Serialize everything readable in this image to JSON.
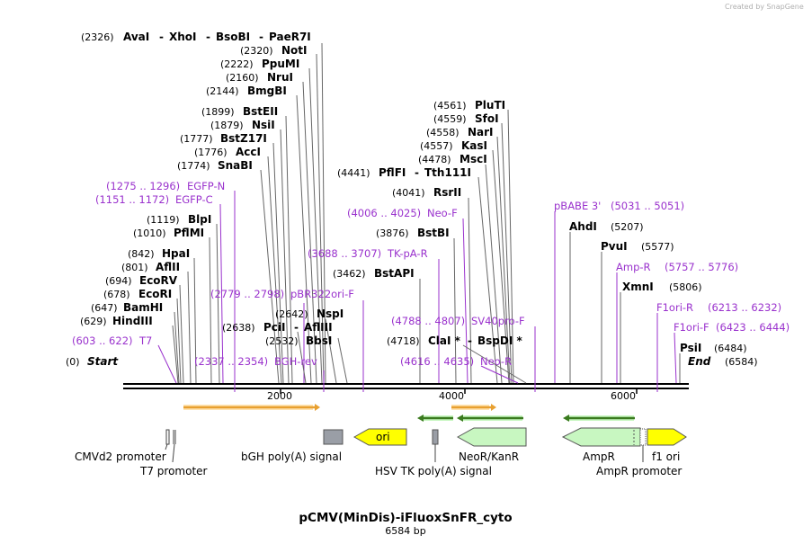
{
  "credit": "Created by SnapGene",
  "map_title": "pCMV(MinDis)-iFluoxSnFR_cyto",
  "map_length": "6584 bp",
  "scale_ticks": [
    "2000",
    "4000",
    "6000"
  ],
  "colors": {
    "primer": "#9a32cd",
    "orf_light_green": "#c8f7c1",
    "ori_yellow": "#ffff00",
    "orange_orf": "#e8a030",
    "dark_green_orf": "#3a7a1e",
    "grey_feature": "#9a9ea6"
  },
  "sites": {
    "start": {
      "pos": "(0)",
      "name": "Start"
    },
    "t7": {
      "pos": "(603 .. 622)",
      "name": "T7"
    },
    "hind3": {
      "pos": "(629)",
      "name": "HindIII"
    },
    "bamhi": {
      "pos": "(647)",
      "name": "BamHI"
    },
    "ecori": {
      "pos": "(678)",
      "name": "EcoRI"
    },
    "ecorv": {
      "pos": "(694)",
      "name": "EcoRV"
    },
    "afl2": {
      "pos": "(801)",
      "name": "AflII"
    },
    "hpai": {
      "pos": "(842)",
      "name": "HpaI"
    },
    "pflmi": {
      "pos": "(1010)",
      "name": "PflMI"
    },
    "blpi": {
      "pos": "(1119)",
      "name": "BlpI"
    },
    "egfpc": {
      "pos": "(1151 .. 1172)",
      "name": "EGFP-C"
    },
    "egfpn": {
      "pos": "(1275 .. 1296)",
      "name": "EGFP-N"
    },
    "snabi": {
      "pos": "(1774)",
      "name": "SnaBI"
    },
    "acci": {
      "pos": "(1776)",
      "name": "AccI"
    },
    "bstz17i": {
      "pos": "(1777)",
      "name": "BstZ17I"
    },
    "nsii": {
      "pos": "(1879)",
      "name": "NsiI"
    },
    "bsteii": {
      "pos": "(1899)",
      "name": "BstEII"
    },
    "bmgbi": {
      "pos": "(2144)",
      "name": "BmgBI"
    },
    "nrui": {
      "pos": "(2160)",
      "name": "NruI"
    },
    "ppumi": {
      "pos": "(2222)",
      "name": "PpuMI"
    },
    "noti": {
      "pos": "(2320)",
      "name": "NotI"
    },
    "avai_group": {
      "pos": "(2326)",
      "name1": "AvaI",
      "name2": "XhoI",
      "name3": "BsoBI",
      "name4": "PaeR7I"
    },
    "bghrev": {
      "pos": "(2337 .. 2354)",
      "name": "BGH-rev"
    },
    "bbsi": {
      "pos": "(2532)",
      "name": "BbsI"
    },
    "pcii": {
      "pos": "(2638)",
      "name1": "PciI",
      "name2": "AflIII"
    },
    "nspi": {
      "pos": "(2642)",
      "name": "NspI"
    },
    "pbr322": {
      "pos": "(2779 .. 2798)",
      "name": "pBR322ori-F"
    },
    "bstapi": {
      "pos": "(3462)",
      "name": "BstAPI"
    },
    "tkpa": {
      "pos": "(3688 .. 3707)",
      "name": "TK-pA-R"
    },
    "bstbi": {
      "pos": "(3876)",
      "name": "BstBI"
    },
    "neof": {
      "pos": "(4006 .. 4025)",
      "name": "Neo-F"
    },
    "rsrii": {
      "pos": "(4041)",
      "name": "RsrII"
    },
    "pflfi": {
      "pos": "(4441)",
      "name1": "PflFI",
      "name2": "Tth111I"
    },
    "mscl": {
      "pos": "(4478)",
      "name": "MscI"
    },
    "kasi": {
      "pos": "(4557)",
      "name": "KasI"
    },
    "nari": {
      "pos": "(4558)",
      "name": "NarI"
    },
    "sfoi": {
      "pos": "(4559)",
      "name": "SfoI"
    },
    "pluti": {
      "pos": "(4561)",
      "name": "PluTI"
    },
    "neor": {
      "pos": "(4616 .. 4635)",
      "name": "Neo-R"
    },
    "clai": {
      "pos": "(4718)",
      "name1": "ClaI *",
      "name2": "BspDI *"
    },
    "sv40": {
      "pos": "(4788 .. 4807)",
      "name": "SV40pro-F"
    },
    "pbabe": {
      "pos": "(5031 .. 5051)",
      "name": "pBABE 3'"
    },
    "ahdi": {
      "pos": "(5207)",
      "name": "AhdI"
    },
    "pvui": {
      "pos": "(5577)",
      "name": "PvuI"
    },
    "ampr": {
      "pos": "(5757 .. 5776)",
      "name": "Amp-R"
    },
    "xmni": {
      "pos": "(5806)",
      "name": "XmnI"
    },
    "f1orir": {
      "pos": "(6213 .. 6232)",
      "name": "F1ori-R"
    },
    "f1orif": {
      "pos": "(6423 .. 6444)",
      "name": "F1ori-F"
    },
    "psii": {
      "pos": "(6484)",
      "name": "PsiI"
    },
    "end": {
      "pos": "(6584)",
      "name": "End"
    }
  },
  "features": {
    "cmv": "CMVd2 promoter",
    "t7p": "T7 promoter",
    "bgh": "bGH poly(A) signal",
    "ori": "ori",
    "hsv": "HSV TK poly(A) signal",
    "neo": "NeoR/KanR",
    "amp": "AmpR",
    "amppro": "AmpR promoter",
    "f1": "f1 ori"
  }
}
